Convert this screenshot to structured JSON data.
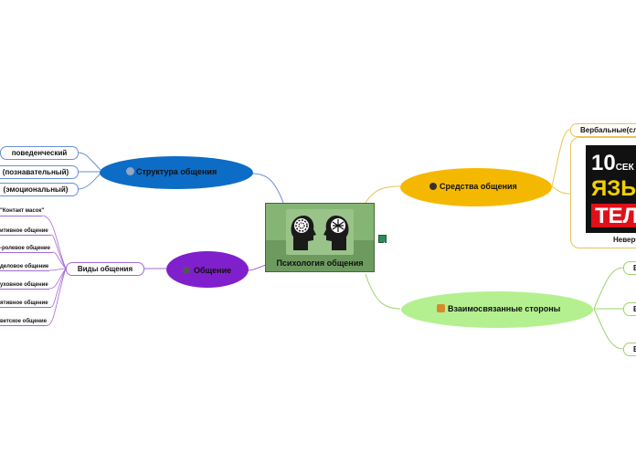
{
  "central": {
    "title": "Психология общения"
  },
  "branches": {
    "structure": {
      "label": "Структура общения",
      "leaves": [
        "поведенческий",
        "(познавательный)",
        "(эмоциональный)"
      ]
    },
    "communication": {
      "label": "Общение",
      "types_label": "Виды общения",
      "types": [
        "\"Контакт масок\"",
        "итивное общение",
        "-ролевое общение",
        "деловое общение",
        "уховное общение",
        "ятивное общение",
        "ветское общение"
      ]
    },
    "means": {
      "label": "Средства общения",
      "verbal": "Вербальные(сл",
      "nonverbal": "Неверб",
      "book": {
        "line1": "10",
        "line1b": "СЕК",
        "line2": "ЯЗЫ",
        "line3": "ТЕЛ"
      }
    },
    "sides": {
      "label": "Взаимосвязанные стороны",
      "leaves": [
        "В",
        "В",
        "В"
      ]
    }
  },
  "colors": {
    "blue_node": "#0d6cc6",
    "purple_node": "#8020cc",
    "yellow_node": "#f5b800",
    "green_node": "#b4f090",
    "central_bg": "#6c9a5f",
    "line_blue": "#6a8fd6",
    "line_purple": "#a36ad6",
    "line_yellow": "#e8c35a",
    "line_green": "#9ed46d"
  }
}
